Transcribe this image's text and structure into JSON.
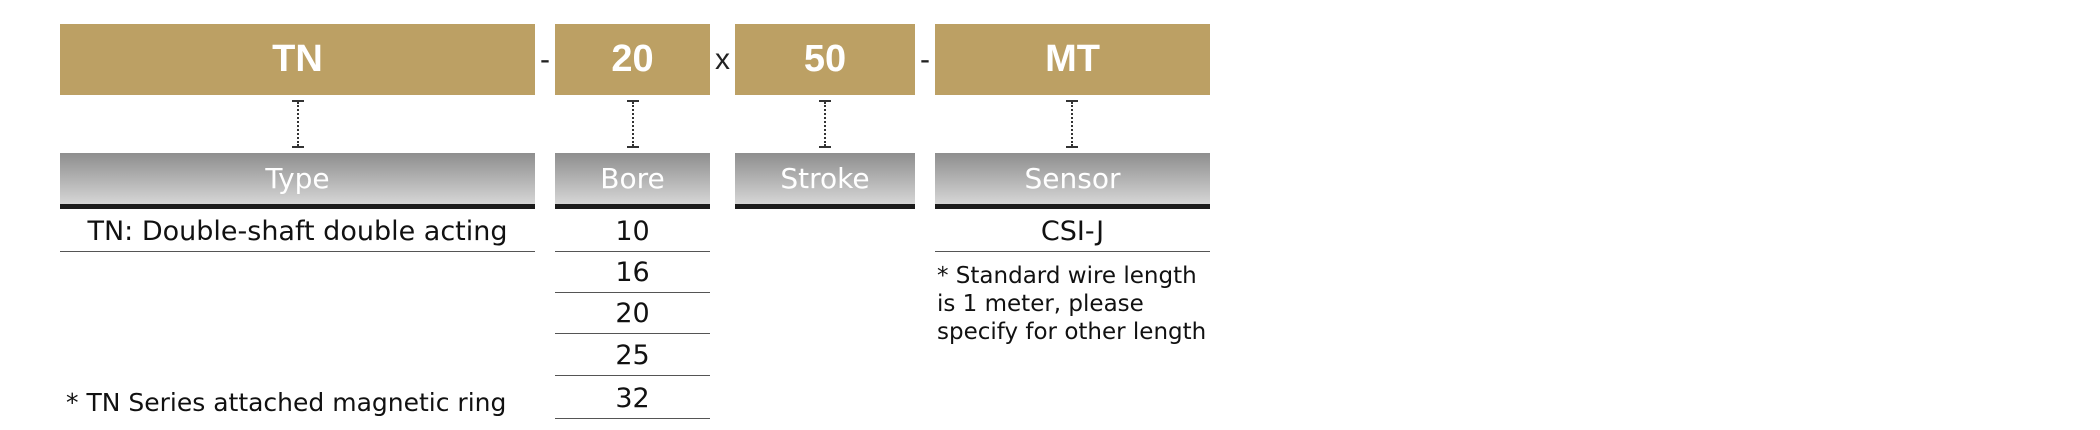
{
  "code": {
    "type": "TN",
    "sep1": "-",
    "bore": "20",
    "sep2": "x",
    "stroke": "50",
    "sep3": "-",
    "sensor": "MT"
  },
  "categories": {
    "type": "Type",
    "bore": "Bore",
    "stroke": "Stroke",
    "sensor": "Sensor"
  },
  "type_options": [
    "TN: Double-shaft double acting"
  ],
  "bore_options": [
    "10",
    "16",
    "20",
    "25",
    "32"
  ],
  "sensor_options": [
    "CSI-J"
  ],
  "notes": {
    "type_note": "* TN Series attached magnetic ring",
    "sensor_note": "* Standard wire length is 1 meter, please specify for other length"
  },
  "colors": {
    "code_box": "#bca064",
    "category_box_top": "#8e8e8e",
    "category_box_bottom": "#d6d6d6",
    "category_underline": "#1c1c1c"
  }
}
